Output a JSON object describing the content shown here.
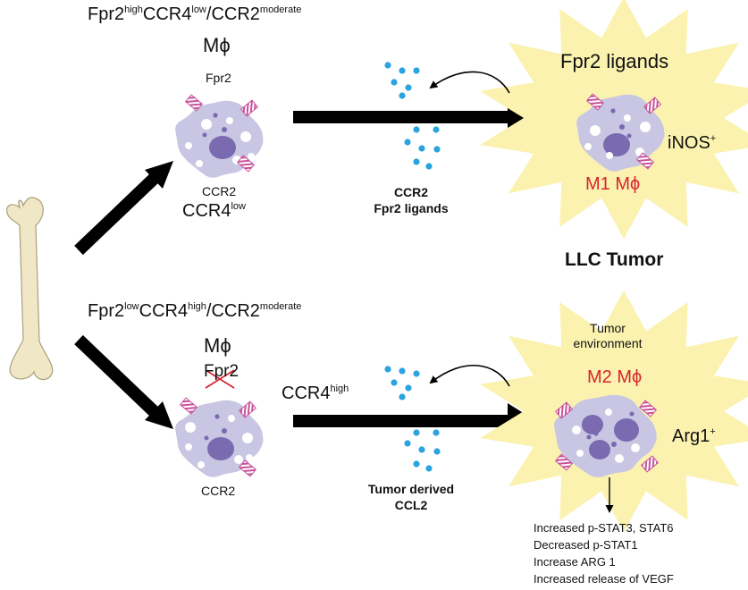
{
  "top_phenotype": {
    "a": "Fpr2",
    "a_sup": "high",
    "b": "CCR4",
    "b_sup": "low",
    "c": "/CCR2",
    "c_sup": "moderate"
  },
  "bottom_phenotype": {
    "a": "Fpr2",
    "a_sup": "low",
    "b": "CCR4",
    "b_sup": "high",
    "c": "/CCR2",
    "c_sup": "moderate"
  },
  "top_cell": {
    "mphi": "Mϕ",
    "fpr2": "Fpr2",
    "ccr2": "CCR2",
    "ccr4": "CCR4",
    "ccr4_sup": "low"
  },
  "bottom_cell": {
    "mphi": "Mϕ",
    "fpr2_crossed": "Fpr2",
    "ccr2": "CCR2",
    "ccr4": "CCR4",
    "ccr4_sup": "high"
  },
  "top_arrow": {
    "line1": "CCR2",
    "line2": "Fpr2 ligands"
  },
  "bottom_arrow": {
    "line1": "Tumor derived",
    "line2": "CCL2"
  },
  "top_tumor": {
    "ligands": "Fpr2 ligands",
    "inos": "iNOS",
    "inos_sup": "+",
    "m1": "M1 Mϕ"
  },
  "tumor_label": "LLC Tumor",
  "bottom_tumor": {
    "env1": "Tumor",
    "env2": "environment",
    "m2": "M2 Mϕ",
    "arg": "Arg1",
    "arg_sup": "+"
  },
  "effects": [
    "Increased p-STAT3, STAT6",
    "Decreased p-STAT1",
    "Increase ARG 1",
    "Increased release of VEGF"
  ],
  "colors": {
    "star": "#fbf2b0",
    "cell": "#c8c6e2",
    "nucleus": "#7a6ab0",
    "receptor": "#c8529c",
    "dot": "#2aa3df",
    "red": "#d9232e"
  }
}
